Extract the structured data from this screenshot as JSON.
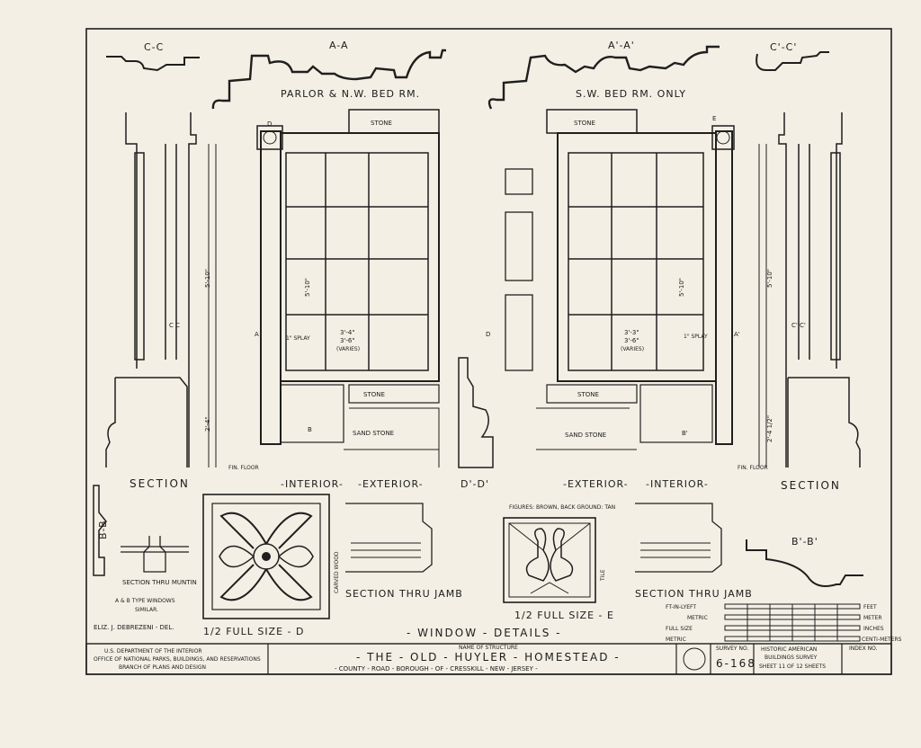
{
  "sections": {
    "cc": "C-C",
    "aa": "A-A",
    "aa_prime": "A'-A'",
    "cc_prime": "C'-C'",
    "dd": "D'-D'",
    "bb": "B-B",
    "bb_prime": "B'-B'"
  },
  "rooms": {
    "left": "PARLOR & N.W. BED RM.",
    "right": "S.W. BED RM. ONLY"
  },
  "materials": {
    "stone": "STONE",
    "sand_stone": "SAND STONE",
    "carved_wood": "CARVED WOOD",
    "tile": "TILE",
    "tile_note": "FIGURES: BROWN, BACK GROUND: TAN"
  },
  "view_labels": {
    "section": "SECTION",
    "interior": "-INTERIOR-",
    "exterior": "-EXTERIOR-",
    "exterior_r": "-EXTERIOR-",
    "interior_r": "-INTERIOR-",
    "section_r": "SECTION",
    "fin_floor": "FIN. FLOOR",
    "fin_floor_r": "FIN. FLOOR"
  },
  "dimensions": {
    "height_left": "5'-10\"",
    "sash_height": "5'-10\"",
    "lower_left": "2'-4\"",
    "width_left": "3'-4\"",
    "width_left2": "3'-6\"",
    "varies": "(VARIES)",
    "splay": "1\" SPLAY",
    "height_right": "5'-10\"",
    "lower_right": "2'-4 1/2\"",
    "width_right": "3'-3\"",
    "width_right2": "3'-6\""
  },
  "details": {
    "muntin_title": "SECTION THRU MUNTIN",
    "muntin_note1": "A & B TYPE WINDOWS",
    "muntin_note2": "SIMILAR.",
    "jamb_left": "SECTION THRU JAMB",
    "jamb_right": "SECTION THRU JAMB",
    "half_d": "1/2 FULL SIZE - D",
    "half_e": "1/2 FULL SIZE - E"
  },
  "scale": {
    "ft_in_label": "FT-IN-LYEFT",
    "metric": "METRIC",
    "full_size": "FULL SIZE",
    "metric2": "METRIC",
    "feet": "FEET",
    "meter": "METER",
    "inches": "INCHES",
    "centimeters": "CENTI-METERS"
  },
  "delineator": "ELIZ. J. DEBREZENI - DEL.",
  "sheet_title": "- WINDOW - DETAILS -",
  "title_block": {
    "agency1": "U.S. DEPARTMENT OF THE INTERIOR",
    "agency2": "OFFICE OF NATIONAL PARKS, BUILDINGS, AND RESERVATIONS",
    "agency3": "BRANCH OF PLANS AND DESIGN",
    "structure_label": "NAME OF STRUCTURE",
    "structure_name": "- THE - OLD - HUYLER - HOMESTEAD -",
    "location": "- COUNTY - ROAD - BOROUGH - OF - CRESSKILL - NEW - JERSEY -",
    "survey_label": "SURVEY NO.",
    "survey_no": "6-168",
    "habs1": "HISTORIC AMERICAN",
    "habs2": "BUILDINGS SURVEY",
    "sheet_text": "SHEET 11 OF 12 SHEETS",
    "index_label": "INDEX NO."
  }
}
